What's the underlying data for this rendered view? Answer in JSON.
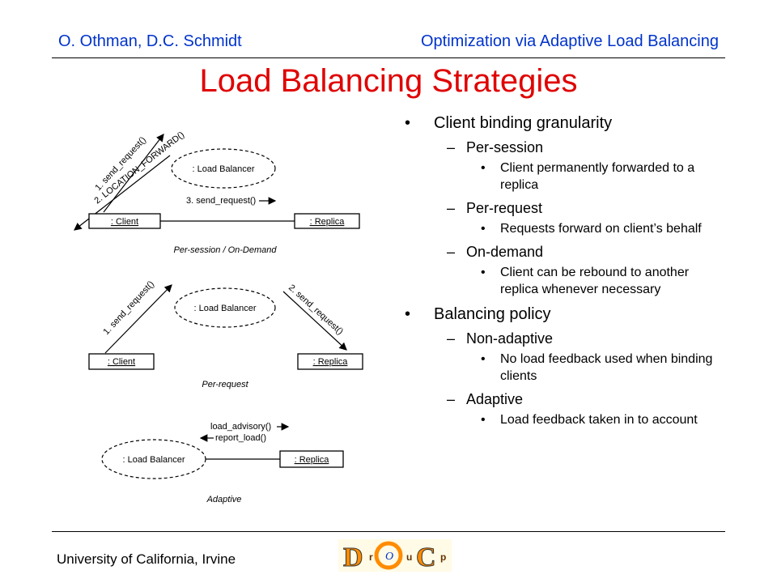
{
  "header": {
    "authors": "O. Othman, D.C. Schmidt",
    "topic": "Optimization via Adaptive Load Balancing"
  },
  "title": "Load Balancing Strategies",
  "bullets": [
    {
      "text": "Client binding granularity",
      "sub": [
        {
          "text": "Per-session",
          "detail": [
            "Client permanently forwarded to a replica"
          ]
        },
        {
          "text": "Per-request",
          "detail": [
            "Requests forward on client’s behalf"
          ]
        },
        {
          "text": "On-demand",
          "detail": [
            "Client can be rebound to another replica whenever necessary"
          ]
        }
      ]
    },
    {
      "text": "Balancing policy",
      "sub": [
        {
          "text": "Non-adaptive",
          "detail": [
            "No load feedback used when binding clients"
          ]
        },
        {
          "text": "Adaptive",
          "detail": [
            "Load feedback taken in to account"
          ]
        }
      ]
    }
  ],
  "markers": {
    "bullet": "•",
    "dash": "–"
  },
  "diagrams": {
    "per_session": {
      "balancer": ": Load Balancer",
      "client": ": Client",
      "replica": ": Replica",
      "msg1": "1. send_request()",
      "msg2": "2. LOCATION_FORWARD()",
      "msg3": "3. send_request()",
      "caption": "Per-session / On-Demand"
    },
    "per_request": {
      "balancer": ": Load Balancer",
      "client": ": Client",
      "replica": ": Replica",
      "msg1": "1. send_request()",
      "msg2": "2. send_request()",
      "caption": "Per-request"
    },
    "adaptive": {
      "balancer": ": Load Balancer",
      "replica": ": Replica",
      "msg1": "load_advisory()",
      "msg2": "report_load()",
      "caption": "Adaptive"
    }
  },
  "footer": "University of California, Irvine",
  "logo": {
    "letters": [
      "D",
      "r",
      "O",
      "u",
      "C",
      "p"
    ]
  }
}
